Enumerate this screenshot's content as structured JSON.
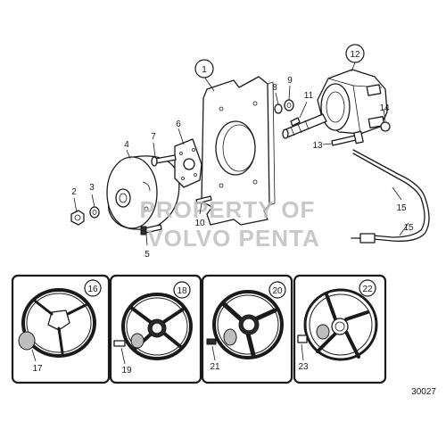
{
  "watermark": [
    "PROPERTY OF",
    "VOLVO PENTA"
  ],
  "callouts": {
    "c1": "1",
    "c2": "2",
    "c3": "3",
    "c4": "4",
    "c5": "5",
    "c6": "6",
    "c7": "7",
    "c8": "8",
    "c9": "9",
    "c10": "10",
    "c11": "11",
    "c12": "12",
    "c13": "13",
    "c14": "14",
    "c15a": "15",
    "c15b": "15",
    "c16": "16",
    "c17": "17",
    "c18": "18",
    "c19": "19",
    "c20": "20",
    "c21": "21",
    "c22": "22",
    "c23": "23"
  },
  "drawing_number": "30027"
}
